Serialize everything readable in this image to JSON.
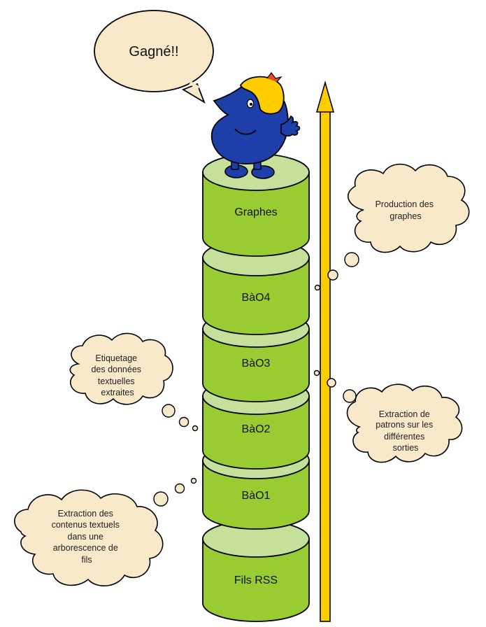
{
  "speech_bubble": {
    "text": "Gagné!!"
  },
  "stack": {
    "fill_color": "#99cc33",
    "top_color": "#c4e09a",
    "levels": [
      "Graphes",
      "BàO4",
      "BàO3",
      "BàO2",
      "BàO1",
      "Fils RSS"
    ]
  },
  "arrow": {
    "color": "#ffcc00"
  },
  "clouds": {
    "production": {
      "lines": [
        "Production des",
        "graphes"
      ]
    },
    "extraction_patrons": {
      "lines": [
        "Extraction de",
        "patrons sur les",
        "différentes",
        "sorties"
      ]
    },
    "etiquetage": {
      "lines": [
        "Etiquetage",
        "des données",
        "textuelles",
        "extraites"
      ]
    },
    "extraction_contenus": {
      "lines": [
        "Extraction des",
        "contenus textuels",
        "dans une",
        "arborescence de",
        "fils"
      ]
    }
  },
  "character": {
    "body_color": "#1e3faa",
    "hat_color": "#ffcc00"
  }
}
